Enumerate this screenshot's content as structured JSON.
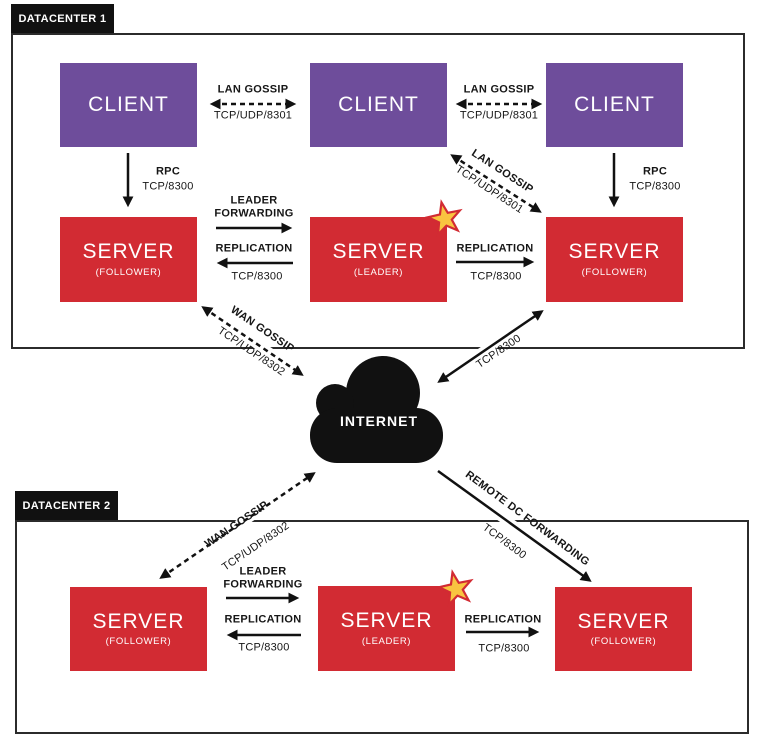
{
  "colors": {
    "purple": "#6E4D9B",
    "red": "#D22B33",
    "gold": "#F9C440",
    "ink": "#111111",
    "frame": "#2B2B2B"
  },
  "internet": {
    "label": "INTERNET"
  },
  "datacenters": [
    {
      "label": "DATACENTER 1",
      "clients": [
        {
          "title": "CLIENT"
        },
        {
          "title": "CLIENT"
        },
        {
          "title": "CLIENT"
        }
      ],
      "servers": [
        {
          "title": "SERVER",
          "role": "(FOLLOWER)"
        },
        {
          "title": "SERVER",
          "role": "(LEADER)"
        },
        {
          "title": "SERVER",
          "role": "(FOLLOWER)"
        }
      ]
    },
    {
      "label": "DATACENTER 2",
      "servers": [
        {
          "title": "SERVER",
          "role": "(FOLLOWER)"
        },
        {
          "title": "SERVER",
          "role": "(LEADER)"
        },
        {
          "title": "SERVER",
          "role": "(FOLLOWER)"
        }
      ]
    }
  ],
  "links": {
    "lan_gossip_a": {
      "title": "LAN GOSSIP",
      "port": "TCP/UDP/8301"
    },
    "lan_gossip_b": {
      "title": "LAN GOSSIP",
      "port": "TCP/UDP/8301"
    },
    "lan_gossip_diagonal": {
      "title": "LAN GOSSIP",
      "port": "TCP/UDP/8301"
    },
    "rpc_left": {
      "title": "RPC",
      "port": "TCP/8300"
    },
    "rpc_right": {
      "title": "RPC",
      "port": "TCP/8300"
    },
    "leader_forwarding_dc1": {
      "title_line1": "LEADER",
      "title_line2": "FORWARDING"
    },
    "replication_dc1_left": {
      "title": "REPLICATION",
      "port": "TCP/8300"
    },
    "replication_dc1_right": {
      "title": "REPLICATION",
      "port": "TCP/8300"
    },
    "wan_gossip_dc1": {
      "title": "WAN GOSSIP",
      "port": "TCP/UDP/8302"
    },
    "internet_tcp": {
      "port": "TCP/8300"
    },
    "wan_gossip_dc2": {
      "title": "WAN GOSSIP",
      "port": "TCP/UDP/8302"
    },
    "remote_dc_forwarding": {
      "title": "REMOTE DC FORWARDING",
      "port": "TCP/8300"
    },
    "leader_forwarding_dc2": {
      "title_line1": "LEADER",
      "title_line2": "FORWARDING"
    },
    "replication_dc2_left": {
      "title": "REPLICATION",
      "port": "TCP/8300"
    },
    "replication_dc2_right": {
      "title": "REPLICATION",
      "port": "TCP/8300"
    }
  }
}
